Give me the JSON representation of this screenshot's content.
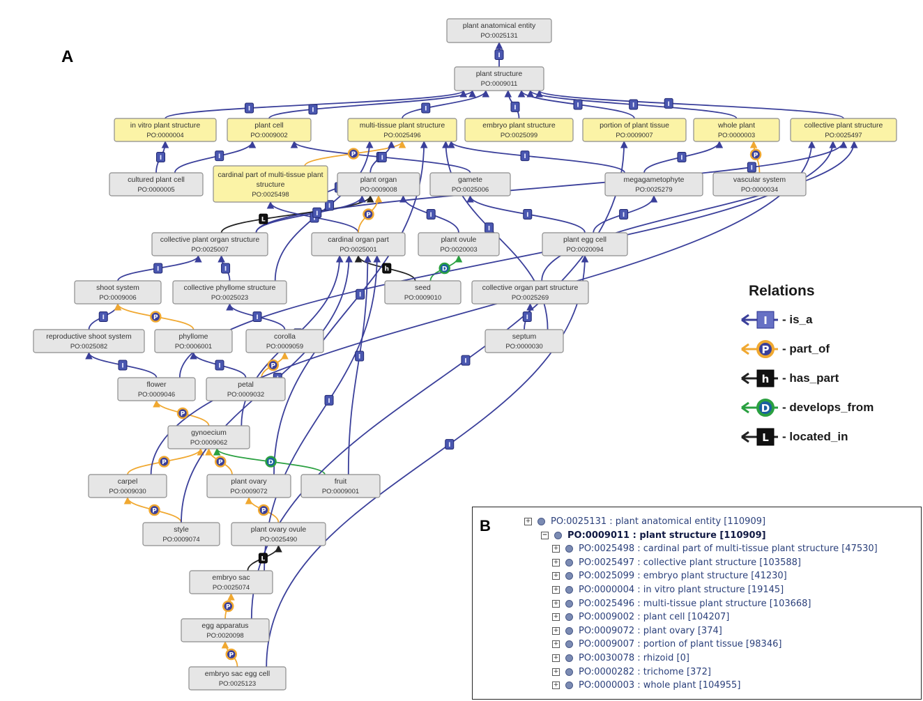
{
  "panel_a_label": "A",
  "panel_b_label": "B",
  "nodes": [
    {
      "id": "n_pae",
      "name": "plant anatomical entity",
      "po": "PO:0025131",
      "hl": false
    },
    {
      "id": "n_ps",
      "name": "plant structure",
      "po": "PO:0009011",
      "hl": false
    },
    {
      "id": "n_ivps",
      "name": "in vitro plant structure",
      "po": "PO:0000004",
      "hl": true
    },
    {
      "id": "n_pc",
      "name": "plant cell",
      "po": "PO:0009002",
      "hl": true
    },
    {
      "id": "n_mtps",
      "name": "multi-tissue plant structure",
      "po": "PO:0025496",
      "hl": true
    },
    {
      "id": "n_eps",
      "name": "embryo plant structure",
      "po": "PO:0025099",
      "hl": true
    },
    {
      "id": "n_popt",
      "name": "portion of plant tissue",
      "po": "PO:0009007",
      "hl": true
    },
    {
      "id": "n_wp",
      "name": "whole plant",
      "po": "PO:0000003",
      "hl": true
    },
    {
      "id": "n_cps",
      "name": "collective plant structure",
      "po": "PO:0025497",
      "hl": true
    },
    {
      "id": "n_cpc",
      "name": "cultured plant cell",
      "po": "PO:0000005",
      "hl": false
    },
    {
      "id": "n_cpmt",
      "name": "cardinal part of multi-tissue plant structure",
      "po": "PO:0025498",
      "hl": true,
      "multi": true,
      "line1": "cardinal part of multi-tissue plant",
      "line2": "structure"
    },
    {
      "id": "n_po",
      "name": "plant organ",
      "po": "PO:0009008",
      "hl": false
    },
    {
      "id": "n_gam",
      "name": "gamete",
      "po": "PO:0025006",
      "hl": false
    },
    {
      "id": "n_meg",
      "name": "megagametophyte",
      "po": "PO:0025279",
      "hl": false
    },
    {
      "id": "n_vs",
      "name": "vascular system",
      "po": "PO:0000034",
      "hl": false
    },
    {
      "id": "n_cpos",
      "name": "collective plant organ structure",
      "po": "PO:0025007",
      "hl": false
    },
    {
      "id": "n_cop",
      "name": "cardinal organ part",
      "po": "PO:0025001",
      "hl": false
    },
    {
      "id": "n_pov",
      "name": "plant ovule",
      "po": "PO:0020003",
      "hl": false
    },
    {
      "id": "n_pec",
      "name": "plant egg cell",
      "po": "PO:0020094",
      "hl": false
    },
    {
      "id": "n_ss",
      "name": "shoot system",
      "po": "PO:0009006",
      "hl": false
    },
    {
      "id": "n_cphs",
      "name": "collective phyllome structure",
      "po": "PO:0025023",
      "hl": false
    },
    {
      "id": "n_seed",
      "name": "seed",
      "po": "PO:0009010",
      "hl": false
    },
    {
      "id": "n_cops",
      "name": "collective organ part structure",
      "po": "PO:0025269",
      "hl": false
    },
    {
      "id": "n_rss",
      "name": "reproductive shoot system",
      "po": "PO:0025082",
      "hl": false
    },
    {
      "id": "n_phy",
      "name": "phyllome",
      "po": "PO:0006001",
      "hl": false
    },
    {
      "id": "n_cor",
      "name": "corolla",
      "po": "PO:0009059",
      "hl": false
    },
    {
      "id": "n_sep",
      "name": "septum",
      "po": "PO:0000030",
      "hl": false
    },
    {
      "id": "n_flo",
      "name": "flower",
      "po": "PO:0009046",
      "hl": false
    },
    {
      "id": "n_pet",
      "name": "petal",
      "po": "PO:0009032",
      "hl": false
    },
    {
      "id": "n_gyn",
      "name": "gynoecium",
      "po": "PO:0009062",
      "hl": false
    },
    {
      "id": "n_car",
      "name": "carpel",
      "po": "PO:0009030",
      "hl": false
    },
    {
      "id": "n_pova",
      "name": "plant ovary",
      "po": "PO:0009072",
      "hl": false
    },
    {
      "id": "n_fru",
      "name": "fruit",
      "po": "PO:0009001",
      "hl": false
    },
    {
      "id": "n_sty",
      "name": "style",
      "po": "PO:0009074",
      "hl": false
    },
    {
      "id": "n_povo",
      "name": "plant ovary ovule",
      "po": "PO:0025490",
      "hl": false
    },
    {
      "id": "n_es",
      "name": "embryo sac",
      "po": "PO:0025074",
      "hl": false
    },
    {
      "id": "n_ea",
      "name": "egg apparatus",
      "po": "PO:0020098",
      "hl": false
    },
    {
      "id": "n_esec",
      "name": "embryo sac egg cell",
      "po": "PO:0025123",
      "hl": false
    }
  ],
  "legend": {
    "title": "Relations",
    "items": [
      {
        "rel": "is_a",
        "glyph": "I",
        "label": "- is_a"
      },
      {
        "rel": "part_of",
        "glyph": "P",
        "label": "- part_of"
      },
      {
        "rel": "has_part",
        "glyph": "h",
        "label": "- has_part"
      },
      {
        "rel": "develops_from",
        "glyph": "D",
        "label": "- develops_from"
      },
      {
        "rel": "located_in",
        "glyph": "L",
        "label": "- located_in"
      }
    ]
  },
  "tree": [
    {
      "level": 0,
      "expander": "+",
      "bold": false,
      "text": "PO:0025131 : plant anatomical entity [110909]"
    },
    {
      "level": 1,
      "expander": "−",
      "bold": true,
      "text": "PO:0009011 : plant structure [110909]"
    },
    {
      "level": 2,
      "expander": "+",
      "bold": false,
      "text": "PO:0025498 : cardinal part of multi-tissue plant structure [47530]"
    },
    {
      "level": 2,
      "expander": "+",
      "bold": false,
      "text": "PO:0025497 : collective plant structure [103588]"
    },
    {
      "level": 2,
      "expander": "+",
      "bold": false,
      "text": "PO:0025099 : embryo plant structure [41230]"
    },
    {
      "level": 2,
      "expander": "+",
      "bold": false,
      "text": "PO:0000004 : in vitro plant structure [19145]"
    },
    {
      "level": 2,
      "expander": "+",
      "bold": false,
      "text": "PO:0025496 : multi-tissue plant structure [103668]"
    },
    {
      "level": 2,
      "expander": "+",
      "bold": false,
      "text": "PO:0009002 : plant cell [104207]"
    },
    {
      "level": 2,
      "expander": "+",
      "bold": false,
      "text": "PO:0009072 : plant ovary [374]"
    },
    {
      "level": 2,
      "expander": "+",
      "bold": false,
      "text": "PO:0009007 : portion of plant tissue [98346]"
    },
    {
      "level": 2,
      "expander": "+",
      "bold": false,
      "text": "PO:0030078 : rhizoid [0]"
    },
    {
      "level": 2,
      "expander": "+",
      "bold": false,
      "text": "PO:0000282 : trichome [372]"
    },
    {
      "level": 2,
      "expander": "+",
      "bold": false,
      "text": "PO:0000003 : whole plant [104955]"
    }
  ],
  "colors": {
    "is_a": "#3a3f9a",
    "part_of": "#f0a830",
    "has_part": "#222222",
    "develops_from": "#2aa040",
    "located_in": "#222222",
    "node_fill": "#e6e6e6",
    "node_highlight": "#fbf3a6"
  }
}
